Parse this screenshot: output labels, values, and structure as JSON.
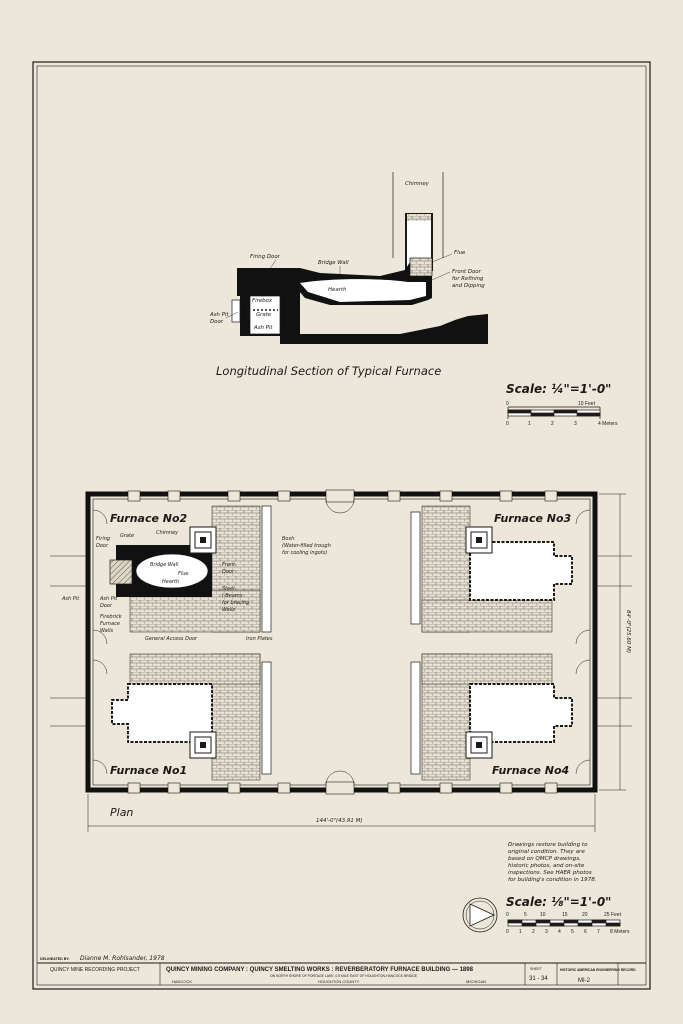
{
  "section": {
    "title": "Longitudinal Section of Typical Furnace",
    "labels": {
      "chimney": "Chimney",
      "firing_door": "Firing Door",
      "bridge_wall": "Bridge Wall",
      "flue": "Flue",
      "hearth": "Hearth",
      "front_door": "Front Door",
      "front_door_2": "for Refining",
      "front_door_3": "and Dipping",
      "firebox": "Firebox",
      "grate": "Grate",
      "ash_pit": "Ash Pit",
      "ash_pit_door_1": "Ash Pit",
      "ash_pit_door_2": "Door"
    },
    "scale": {
      "label": "Scale: ¼\"=1'-0\"",
      "feet_ticks": [
        "0",
        "10 Feet"
      ],
      "meter_ticks": [
        "0",
        "1",
        "2",
        "3",
        "4 Meters"
      ]
    }
  },
  "plan": {
    "title": "Plan",
    "furnaces": [
      "Furnace No2",
      "Furnace No3",
      "Furnace No1",
      "Furnace No4"
    ],
    "labels": {
      "firing_door": "Firing",
      "firing_door_2": "Door",
      "grate": "Grate",
      "chimney": "Chimney",
      "bridge_wall": "Bridge Wall",
      "flue": "Flue",
      "hearth": "Hearth",
      "front_door_1": "Front",
      "front_door_2": "Door",
      "bosh_1": "Bosh",
      "bosh_2": "(Water-filled trough",
      "bosh_3": "for cooling ingots)",
      "ash_pit": "Ash Pit",
      "ash_pit_door_1": "Ash Pit",
      "ash_pit_door_2": "Door",
      "steel_1": "Steel",
      "steel_2": "I-Beams",
      "steel_3": "for bracing",
      "steel_4": "Walls",
      "firebrick_1": "Firebrick",
      "firebrick_2": "Furnace",
      "firebrick_3": "Walls",
      "general_door": "General Access Door",
      "iron_plates": "Iron Plates"
    },
    "dim_width": "144'-0\"(43.91 M)",
    "dim_height": "84'-0\"(25.60 M)",
    "note": [
      "Drawings restore building to",
      "original condition. They are",
      "based on QMCP drawings,",
      "historic photos, and on-site",
      "inspections. See HAER photos",
      "for building's condition in 1978."
    ],
    "scale": {
      "label": "Scale: ⅛\"=1'-0\"",
      "feet_ticks": [
        "0",
        "5",
        "10",
        "15",
        "20",
        "25 Feet"
      ],
      "meter_ticks": [
        "0",
        "1",
        "2",
        "3",
        "4",
        "5",
        "6",
        "7",
        "8 Meters"
      ]
    }
  },
  "title_block": {
    "delineated": "DELINEATED BY:",
    "delineator": "Dianne M. Rohlsander, 1978",
    "org": "QUINCY MINE RECORDING PROJECT",
    "main_title": "QUINCY MINING COMPANY : QUINCY SMELTING WORKS : REVERBERATORY FURNACE BUILDING — 1898",
    "location": "ON NORTH SHORE OF PORTAGE LAKE, 0.5 MILE EAST OF HOUGHTON-HANCOCK BRIDGE",
    "city": "HANCOCK",
    "county": "HOUGHTON COUNTY",
    "state": "MICHIGAN",
    "sheet_label": "SHEET",
    "sheet": "31 - 34",
    "record": "HISTORIC AMERICAN ENGINEERING RECORD",
    "record_id": "MI-2"
  }
}
